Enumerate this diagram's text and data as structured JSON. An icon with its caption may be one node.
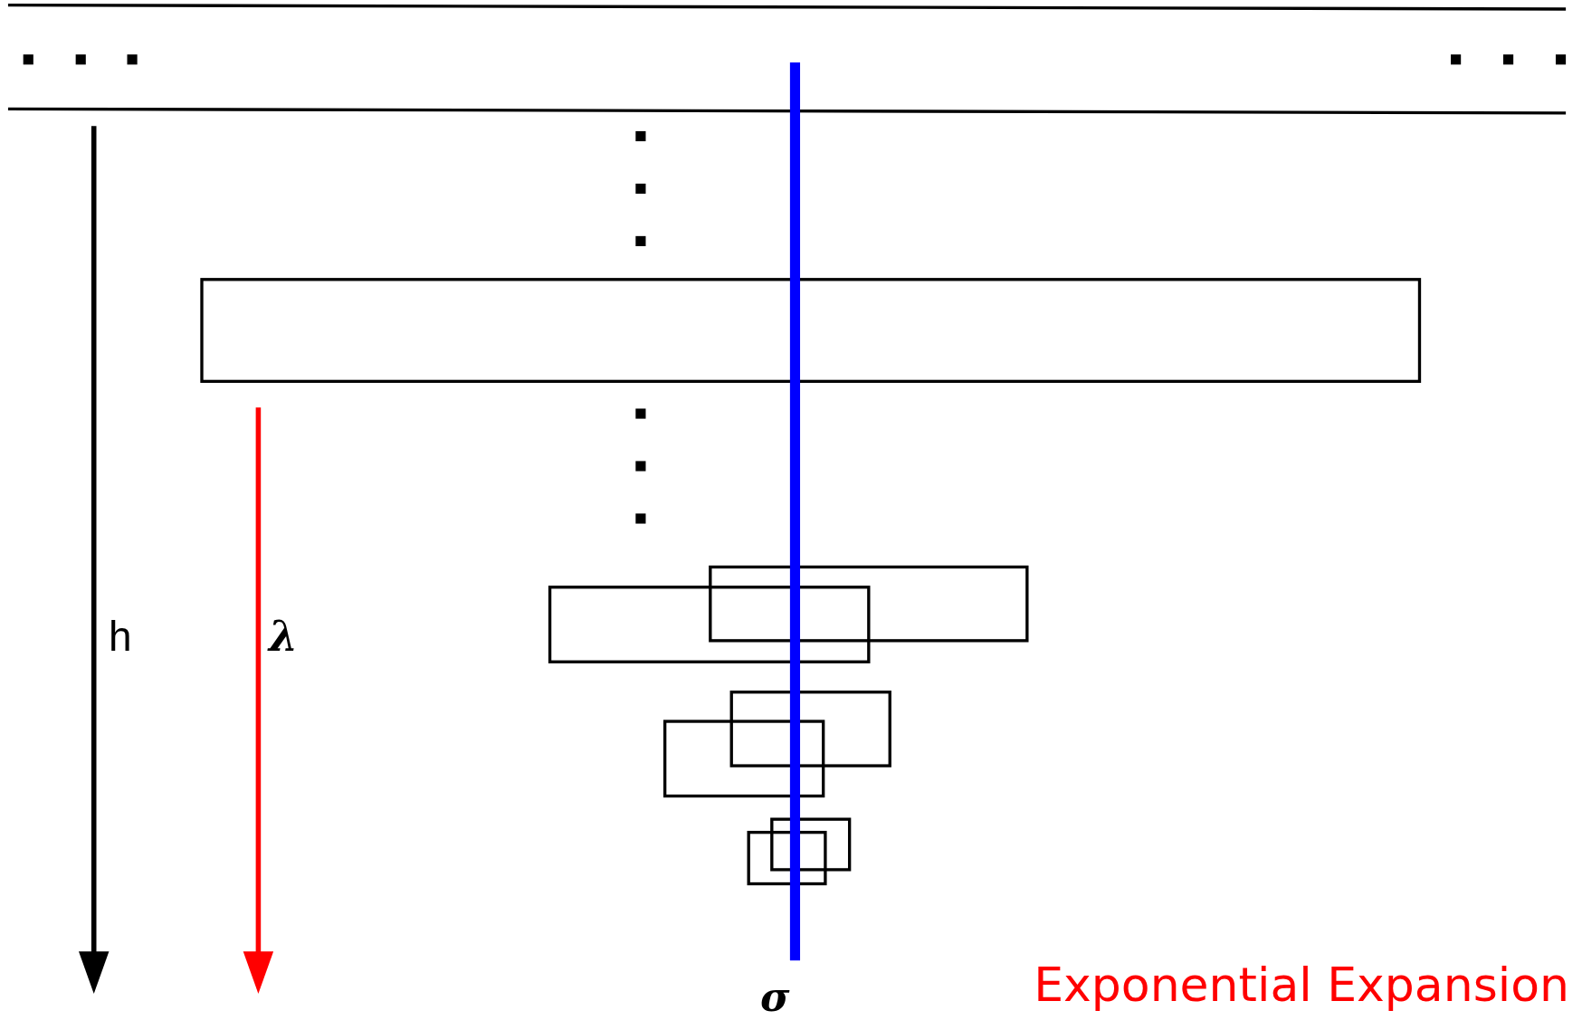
{
  "diagram": {
    "labels": [
      "h",
      "λ",
      "σ",
      "Exponential Expansion"
    ]
  }
}
